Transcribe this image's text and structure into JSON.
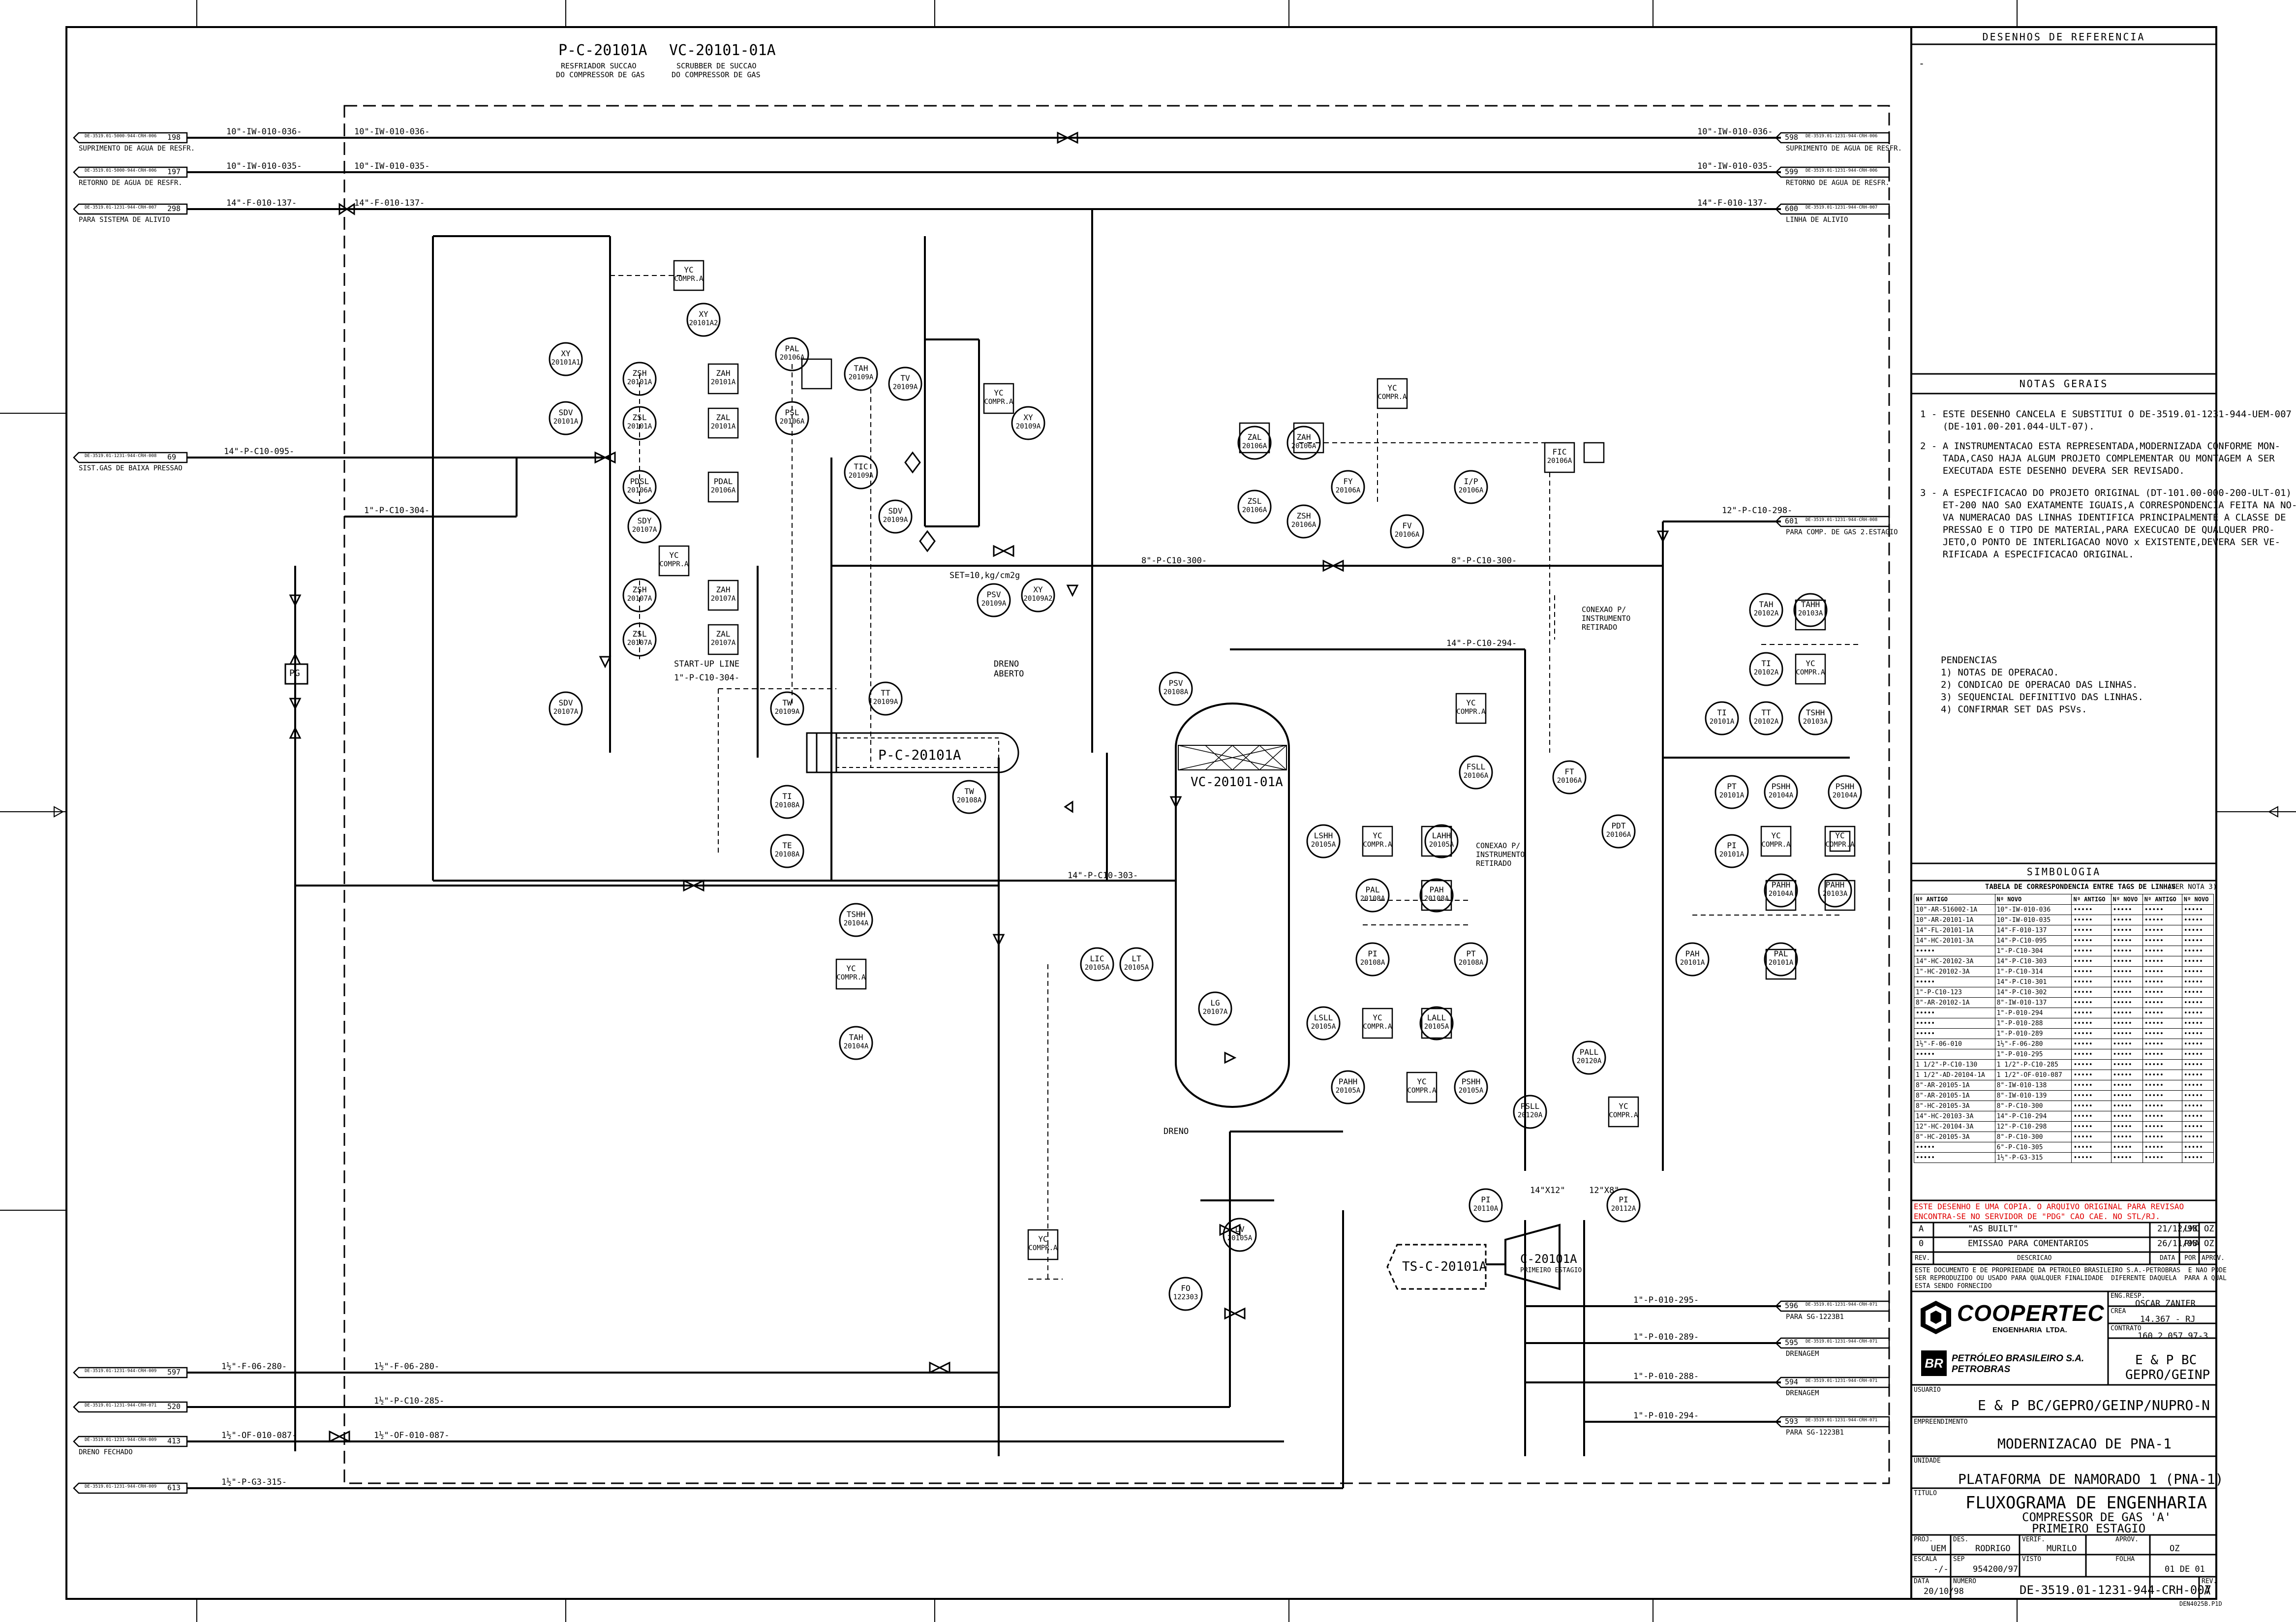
{
  "equipment": {
    "cooler_tag": "P-C-20101A",
    "cooler_desc_1": "RESFRIADOR SUCCAO",
    "cooler_desc_2": "DO COMPRESSOR DE GAS",
    "scrubber_tag": "VC-20101-01A",
    "scrubber_desc_1": "SCRUBBER DE SUCCAO",
    "scrubber_desc_2": "DO COMPRESSOR DE GAS",
    "compressor_tag": "C-20101A",
    "compressor_desc": "PRIMEIRO ESTAGIO",
    "turbine_tag": "TS-C-20101A",
    "pg_label": "PG"
  },
  "offpage_left": [
    {
      "num": "198",
      "ref": "DE-3519.01-5000-944-CRH-006",
      "desc": "SUPRIMENTO DE AGUA DE RESFR."
    },
    {
      "num": "197",
      "ref": "DE-3519.01-5000-944-CRH-006",
      "desc": "RETORNO DE AGUA DE RESFR."
    },
    {
      "num": "298",
      "ref": "DE-3519.01-1231-944-CRH-007",
      "desc": "PARA SISTEMA DE ALIVIO"
    },
    {
      "num": "69",
      "ref": "DE-3519.01-1231-944-CRH-008",
      "desc": "SIST.GAS DE BAIXA PRESSAO"
    },
    {
      "num": "597",
      "ref": "DE-3519.01-1231-944-CRH-009",
      "desc": ""
    },
    {
      "num": "520",
      "ref": "DE-3519.01-1231-944-CRH-071",
      "desc": ""
    },
    {
      "num": "413",
      "ref": "DE-3519.01-1231-944-CRH-009",
      "desc": "DRENO FECHADO"
    },
    {
      "num": "613",
      "ref": "DE-3519.01-1231-944-CRH-009",
      "desc": ""
    }
  ],
  "offpage_right": [
    {
      "num": "598",
      "ref": "DE-3519.01-1231-944-CRH-006",
      "desc": "SUPRIMENTO DE AGUA DE RESFR."
    },
    {
      "num": "599",
      "ref": "DE-3519.01-1231-944-CRH-006",
      "desc": "RETORNO DE AGUA DE RESFR."
    },
    {
      "num": "600",
      "ref": "DE-3519.01-1231-944-CRH-007",
      "desc": "LINHA DE ALIVIO"
    },
    {
      "num": "601",
      "ref": "DE-3519.01-1231-944-CRH-008",
      "desc": "PARA COMP. DE GAS 2.ESTAGIO"
    },
    {
      "num": "596",
      "ref": "DE-3519.01-1231-944-CRH-071",
      "desc": "PARA SG-1223B1"
    },
    {
      "num": "595",
      "ref": "DE-3519.01-1231-944-CRH-071",
      "desc": "DRENAGEM"
    },
    {
      "num": "594",
      "ref": "DE-3519.01-1231-944-CRH-071",
      "desc": "DRENAGEM"
    },
    {
      "num": "593",
      "ref": "DE-3519.01-1231-944-CRH-071",
      "desc": "PARA SG-1223B1"
    }
  ],
  "lines": {
    "l1": "10\"-IW-010-036-",
    "l2": "10\"-IW-010-035-",
    "l3": "14\"-F-010-137-",
    "l4": "14\"-P-C10-095-",
    "l5": "1\"-P-C10-304-",
    "l6": "8\"-P-C10-300-",
    "l7": "14\"-P-C10-294-",
    "l8": "14\"-P-C10-303-",
    "l9": "12\"-P-C10-298-",
    "l10": "1½\"-F-06-280-",
    "l11": "1½\"-P-C10-285-",
    "l12": "1½\"-OF-010-087-",
    "l13": "1½\"-P-G3-315-",
    "l14": "1\"-P-010-295-",
    "l15": "1\"-P-010-289-",
    "l16": "1\"-P-010-288-",
    "l17": "1\"-P-010-294-",
    "l18": "START-UP LINE",
    "l19": "SET=10,kg/cm2g",
    "l20": "DRENO ABERTO",
    "l21": "CONEXAO P/ INSTRUMENTO RETIRADO",
    "l22": "CONEXAO P/ INSTRUMENTO RETIRADO",
    "l23": "DRENO",
    "l24": "14\"X12\"",
    "l25": "12\"X8\""
  },
  "instruments": [
    {
      "id": "yc1",
      "t": "YC",
      "n": "COMPR.A"
    },
    {
      "id": "xy1",
      "t": "XY",
      "n": "20101A1"
    },
    {
      "id": "xy2",
      "t": "XY",
      "n": "20101A2"
    },
    {
      "id": "zsh1",
      "t": "ZSH",
      "n": "20101A"
    },
    {
      "id": "zah1",
      "t": "ZAH",
      "n": "20101A"
    },
    {
      "id": "sdv1",
      "t": "SDV",
      "n": "20101A"
    },
    {
      "id": "zsl1",
      "t": "ZSL",
      "n": "20101A"
    },
    {
      "id": "zal1",
      "t": "ZAL",
      "n": "20101A"
    },
    {
      "id": "pal1",
      "t": "PAL",
      "n": "20106A"
    },
    {
      "id": "psl1",
      "t": "PSL",
      "n": "20106A"
    },
    {
      "id": "pdsl",
      "t": "PDSL",
      "n": "20106A"
    },
    {
      "id": "pdal",
      "t": "PDAL",
      "n": "20106A"
    },
    {
      "id": "sdy",
      "t": "SDY",
      "n": "20107A"
    },
    {
      "id": "yc2",
      "t": "YC",
      "n": "COMPR.A"
    },
    {
      "id": "zsh2",
      "t": "ZSH",
      "n": "20107A"
    },
    {
      "id": "zah2",
      "t": "ZAH",
      "n": "20107A"
    },
    {
      "id": "zsl2",
      "t": "ZSL",
      "n": "20107A"
    },
    {
      "id": "zal2",
      "t": "ZAL",
      "n": "20107A"
    },
    {
      "id": "sdv2",
      "t": "SDV",
      "n": "20107A"
    },
    {
      "id": "tah1",
      "t": "TAH",
      "n": "20109A"
    },
    {
      "id": "tic",
      "t": "TIC",
      "n": "20109A"
    },
    {
      "id": "tv",
      "t": "TV",
      "n": "20109A"
    },
    {
      "id": "yc3",
      "t": "YC",
      "n": "COMPR.A"
    },
    {
      "id": "xy3",
      "t": "XY",
      "n": "20109A"
    },
    {
      "id": "sdv3",
      "t": "SDV",
      "n": "20109A"
    },
    {
      "id": "psv1",
      "t": "PSV",
      "n": "20109A"
    },
    {
      "id": "xy4",
      "t": "XY",
      "n": "20109A2"
    },
    {
      "id": "tt1",
      "t": "TT",
      "n": "20109A"
    },
    {
      "id": "tw1",
      "t": "TW",
      "n": "20109A"
    },
    {
      "id": "ti1",
      "t": "TI",
      "n": "20108A"
    },
    {
      "id": "te1",
      "t": "TE",
      "n": "20108A"
    },
    {
      "id": "tw2",
      "t": "TW",
      "n": "20108A"
    },
    {
      "id": "psv2",
      "t": "PSV",
      "n": "20108A"
    },
    {
      "id": "tshh",
      "t": "TSHH",
      "n": "20104A"
    },
    {
      "id": "yc4",
      "t": "YC",
      "n": "COMPR.A"
    },
    {
      "id": "tah2",
      "t": "TAH",
      "n": "20104A"
    },
    {
      "id": "zal3",
      "t": "ZAL",
      "n": "20106A"
    },
    {
      "id": "zah3",
      "t": "ZAH",
      "n": "20106A"
    },
    {
      "id": "zsl3",
      "t": "ZSL",
      "n": "20106A"
    },
    {
      "id": "zsh3",
      "t": "ZSH",
      "n": "20106A"
    },
    {
      "id": "fy",
      "t": "FY",
      "n": "20106A"
    },
    {
      "id": "fv",
      "t": "FV",
      "n": "20106A"
    },
    {
      "id": "ip",
      "t": "I/P",
      "n": "20106A"
    },
    {
      "id": "fic",
      "t": "FIC",
      "n": "20106A"
    },
    {
      "id": "yc5",
      "t": "YC",
      "n": "COMPR.A"
    },
    {
      "id": "yc6",
      "t": "YC",
      "n": "COMPR.A"
    },
    {
      "id": "fsll",
      "t": "FSLL",
      "n": "20106A"
    },
    {
      "id": "ft",
      "t": "FT",
      "n": "20106A"
    },
    {
      "id": "lshh",
      "t": "LSHH",
      "n": "20105A"
    },
    {
      "id": "yc7",
      "t": "YC",
      "n": "COMPR.A"
    },
    {
      "id": "lahh",
      "t": "LAHH",
      "n": "20105A"
    },
    {
      "id": "pal2",
      "t": "PAL",
      "n": "20108A"
    },
    {
      "id": "pah1",
      "t": "PAH",
      "n": "20108A"
    },
    {
      "id": "pi1",
      "t": "PI",
      "n": "20108A"
    },
    {
      "id": "pt1",
      "t": "PT",
      "n": "20108A"
    },
    {
      "id": "lic",
      "t": "LIC",
      "n": "20105A"
    },
    {
      "id": "lt",
      "t": "LT",
      "n": "20105A"
    },
    {
      "id": "lg",
      "t": "LG",
      "n": "20107A"
    },
    {
      "id": "lsll",
      "t": "LSLL",
      "n": "20105A"
    },
    {
      "id": "yc8",
      "t": "YC",
      "n": "COMPR.A"
    },
    {
      "id": "lall",
      "t": "LALL",
      "n": "20105A"
    },
    {
      "id": "pahh1",
      "t": "PAHH",
      "n": "20105A"
    },
    {
      "id": "yc9",
      "t": "YC",
      "n": "COMPR.A"
    },
    {
      "id": "pshh1",
      "t": "PSHH",
      "n": "20105A"
    },
    {
      "id": "pall",
      "t": "PALL",
      "n": "20120A"
    },
    {
      "id": "psll",
      "t": "PSLL",
      "n": "20120A"
    },
    {
      "id": "yc10",
      "t": "YC",
      "n": "COMPR.A"
    },
    {
      "id": "pi2",
      "t": "PI",
      "n": "20110A"
    },
    {
      "id": "pi3",
      "t": "PI",
      "n": "20112A"
    },
    {
      "id": "pdt",
      "t": "PDT",
      "n": "20106A"
    },
    {
      "id": "tah3",
      "t": "TAH",
      "n": "20102A"
    },
    {
      "id": "tahh",
      "t": "TAHH",
      "n": "20103A"
    },
    {
      "id": "ti2",
      "t": "TI",
      "n": "20102A"
    },
    {
      "id": "yc11",
      "t": "YC",
      "n": "COMPR.A"
    },
    {
      "id": "ti3",
      "t": "TI",
      "n": "20101A"
    },
    {
      "id": "tt2",
      "t": "TT",
      "n": "20102A"
    },
    {
      "id": "tshh2",
      "t": "TSHH",
      "n": "20103A"
    },
    {
      "id": "pt2",
      "t": "PT",
      "n": "20101A"
    },
    {
      "id": "pshh2",
      "t": "PSHH",
      "n": "20104A"
    },
    {
      "id": "pshh3",
      "t": "PSHH",
      "n": "20104A"
    },
    {
      "id": "pi4",
      "t": "PI",
      "n": "20101A"
    },
    {
      "id": "yc12",
      "t": "YC",
      "n": "COMPR.A"
    },
    {
      "id": "yc13",
      "t": "YC",
      "n": "COMPR.A"
    },
    {
      "id": "pahh2",
      "t": "PAHH",
      "n": "20104A"
    },
    {
      "id": "pahh3",
      "t": "PAHH",
      "n": "20103A"
    },
    {
      "id": "pah2",
      "t": "PAH",
      "n": "20101A"
    },
    {
      "id": "pal3",
      "t": "PAL",
      "n": "20101A"
    },
    {
      "id": "yc14",
      "t": "YC",
      "n": "COMPR.A"
    },
    {
      "id": "lv",
      "t": "LV",
      "n": "20105A"
    },
    {
      "id": "fo",
      "t": "FO",
      "n": "122303"
    }
  ],
  "ref_drawings": {
    "title": "DESENHOS DE REFERENCIA",
    "entry": "-"
  },
  "notes": {
    "title": "NOTAS GERAIS",
    "n1": "1 - ESTE DESENHO CANCELA E SUBSTITUI O DE-3519.01-1231-944-UEM-007\n    (DE-101.00-201.044-ULT-07).",
    "n2": "2 - A INSTRUMENTACAO ESTA REPRESENTADA,MODERNIZADA CONFORME MON-\n    TADA,CASO HAJA ALGUM PROJETO COMPLEMENTAR OU MONTAGEM A SER\n    EXECUTADA ESTE DESENHO DEVERA SER REVISADO.",
    "n3": "3 - A ESPECIFICACAO DO PROJETO ORIGINAL (DT-101.00-000-200-ULT-01) E A\n    ET-200 NAO SAO EXATAMENTE IGUAIS,A CORRESPONDENCIA FEITA NA NO-\n    VA NUMERACAO DAS LINHAS IDENTIFICA PRINCIPALMENTE A CLASSE DE\n    PRESSAO E O TIPO DE MATERIAL,PARA EXECUCAO DE QUALQUER PRO-\n    JETO,O PONTO DE INTERLIGACAO NOVO x EXISTENTE,DEVERA SER VE-\n    RIFICADA A ESPECIFICACAO ORIGINAL.",
    "pend": "PENDENCIAS\n1) NOTAS DE OPERACAO.\n2) CONDICAO DE OPERACAO DAS LINHAS.\n3) SEQUENCIAL DEFINITIVO DAS LINHAS.\n4) CONFIRMAR SET DAS PSVs."
  },
  "symbology": {
    "title": "SIMBOLOGIA",
    "table_title": "TABELA DE CORRESPONDENCIA ENTRE TAGS DE LINHAS",
    "table_note": "(VER NOTA 3)",
    "headers": [
      "Nº ANTIGO",
      "Nº NOVO",
      "Nº ANTIGO",
      "Nº NOVO",
      "Nº ANTIGO",
      "Nº NOVO"
    ],
    "rows": [
      [
        "10\"-AR-516002-1A",
        "10\"-IW-010-036",
        "•••••",
        "•••••",
        "•••••",
        "•••••"
      ],
      [
        "10\"-AR-20101-1A",
        "10\"-IW-010-035",
        "•••••",
        "•••••",
        "•••••",
        "•••••"
      ],
      [
        "14\"-FL-20101-1A",
        "14\"-F-010-137",
        "•••••",
        "•••••",
        "•••••",
        "•••••"
      ],
      [
        "14\"-HC-20101-3A",
        "14\"-P-C10-095",
        "•••••",
        "•••••",
        "•••••",
        "•••••"
      ],
      [
        "•••••",
        "1\"-P-C10-304",
        "•••••",
        "•••••",
        "•••••",
        "•••••"
      ],
      [
        "14\"-HC-20102-3A",
        "14\"-P-C10-303",
        "•••••",
        "•••••",
        "•••••",
        "•••••"
      ],
      [
        "1\"-HC-20102-3A",
        "1\"-P-C10-314",
        "•••••",
        "•••••",
        "•••••",
        "•••••"
      ],
      [
        "•••••",
        "14\"-P-C10-301",
        "•••••",
        "•••••",
        "•••••",
        "•••••"
      ],
      [
        "1\"-P-C10-123",
        "14\"-P-C10-302",
        "•••••",
        "•••••",
        "•••••",
        "•••••"
      ],
      [
        "8\"-AR-20102-1A",
        "8\"-IW-010-137",
        "•••••",
        "•••••",
        "•••••",
        "•••••"
      ],
      [
        "•••••",
        "1\"-P-010-294",
        "•••••",
        "•••••",
        "•••••",
        "•••••"
      ],
      [
        "•••••",
        "1\"-P-010-288",
        "•••••",
        "•••••",
        "•••••",
        "•••••"
      ],
      [
        "•••••",
        "1\"-P-010-289",
        "•••••",
        "•••••",
        "•••••",
        "•••••"
      ],
      [
        "1½\"-F-06-010",
        "1½\"-F-06-280",
        "•••••",
        "•••••",
        "•••••",
        "•••••"
      ],
      [
        "•••••",
        "1\"-P-010-295",
        "•••••",
        "•••••",
        "•••••",
        "•••••"
      ],
      [
        "1 1/2\"-P-C10-130",
        "1 1/2\"-P-C10-285",
        "•••••",
        "•••••",
        "•••••",
        "•••••"
      ],
      [
        "1 1/2\"-AD-20104-1A",
        "1 1/2\"-OF-010-087",
        "•••••",
        "•••••",
        "•••••",
        "•••••"
      ],
      [
        "8\"-AR-20105-1A",
        "8\"-IW-010-138",
        "•••••",
        "•••••",
        "•••••",
        "•••••"
      ],
      [
        "8\"-AR-20105-1A",
        "8\"-IW-010-139",
        "•••••",
        "•••••",
        "•••••",
        "•••••"
      ],
      [
        "8\"-HC-20105-3A",
        "8\"-P-C10-300",
        "•••••",
        "•••••",
        "•••••",
        "•••••"
      ],
      [
        "14\"-HC-20103-3A",
        "14\"-P-C10-294",
        "•••••",
        "•••••",
        "•••••",
        "•••••"
      ],
      [
        "12\"-HC-20104-3A",
        "12\"-P-C10-298",
        "•••••",
        "•••••",
        "•••••",
        "•••••"
      ],
      [
        "8\"-HC-20105-3A",
        "8\"-P-C10-300",
        "•••••",
        "•••••",
        "•••••",
        "•••••"
      ],
      [
        "•••••",
        "6\"-P-C10-305",
        "•••••",
        "•••••",
        "•••••",
        "•••••"
      ],
      [
        "•••••",
        "1½\"-P-G3-315",
        "•••••",
        "•••••",
        "•••••",
        "•••••"
      ]
    ]
  },
  "revisions": {
    "red_note": "ESTE DESENHO E UMA COPIA. O ARQUIVO ORIGINAL PARA REVISAO\nENCONTRA-SE NO SERVIDOR DE \"PDG\" CAO CAE. NO STL/RJ.",
    "rows": [
      {
        "rev": "A",
        "desc": "\"AS BUILT\"",
        "date": "21/12/98",
        "por": "LMC",
        "aprov": "OZ"
      },
      {
        "rev": "0",
        "desc": "EMISSAO PARA COMENTARIOS",
        "date": "26/11/98",
        "por": "RMA",
        "aprov": "OZ"
      }
    ],
    "hdr": [
      "REV.",
      "DESCRICAO",
      "DATA",
      "POR",
      "APROV."
    ]
  },
  "title_block": {
    "disclaimer": "ESTE DOCUMENTO E DE PROPRIEDADE DA PETROLEO BRASILEIRO S.A.-PETROBRAS  E NAO PODE\nSER REPRODUZIDO OU USADO PARA QUALQUER FINALIDADE  DIFERENTE DAQUELA  PARA A QUAL\nESTA SENDO FORNECIDO",
    "company": "COOPERTEC",
    "company_sub": "ENGENHARIA  LTDA.",
    "eng_resp_lbl": "ENG.RESP.",
    "eng_resp": "OSCAR ZANIER",
    "crea_lbl": "CREA",
    "crea": "14.367 - RJ",
    "contrato_lbl": "CONTRATO",
    "contrato": "160.2.057.97-3",
    "petrobras_1": "PETRÓLEO BRASILEIRO S.A.",
    "petrobras_2": "PETROBRAS",
    "org_1": "E & P BC",
    "org_2": "GEPRO/GEINP",
    "usuario_lbl": "USUARIO",
    "usuario": "E & P BC/GEPRO/GEINP/NUPRO-N",
    "empreend_lbl": "EMPREENDIMENTO",
    "empreend": "MODERNIZACAO DE PNA-1",
    "unidade_lbl": "UNIDADE",
    "unidade": "PLATAFORMA DE NAMORADO 1 (PNA-1)",
    "titulo_lbl": "TITULO",
    "titulo_1": "FLUXOGRAMA DE ENGENHARIA",
    "titulo_2": "COMPRESSOR DE GAS 'A'",
    "titulo_3": "PRIMEIRO ESTAGIO",
    "proj_lbl": "PROJ.",
    "proj": "UEM",
    "des_lbl": "DES.",
    "des": "RODRIGO",
    "verif_lbl": "VERIF.",
    "verif": "MURILO",
    "aprov_lbl": "APROV.",
    "aprov": "OZ",
    "escala_lbl": "ESCALA",
    "escala": "-/-",
    "sep_lbl": "SEP",
    "sep": "954200/97",
    "visto_lbl": "VISTO",
    "folha_lbl": "FOLHA",
    "folha": "01 DE 01",
    "data_lbl": "DATA",
    "data": "20/10/98",
    "numero_lbl": "NUMERO",
    "numero": "DE-3519.01-1231-944-CRH-007",
    "rev_lbl": "REV.",
    "rev": "A",
    "file": "DEN4025B.P1D"
  }
}
